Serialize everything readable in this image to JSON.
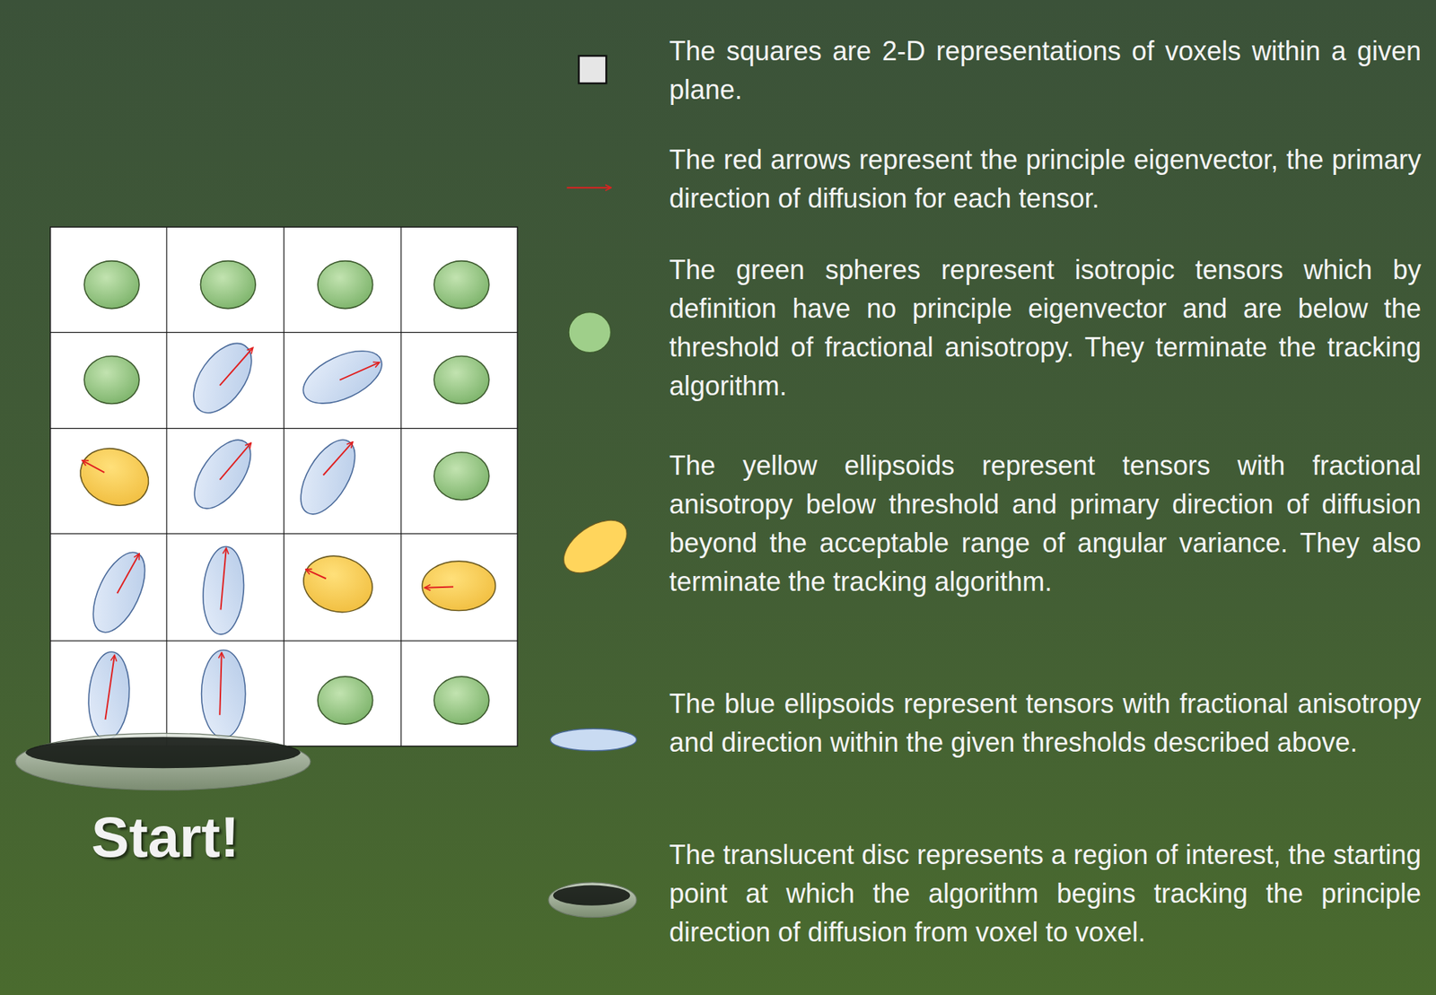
{
  "diagram": {
    "labels": [
      "Start!"
    ],
    "legend": [
      {
        "text": "The squares are 2-D representations of voxels within a given plane.",
        "color": "#e6e6e6"
      },
      {
        "text": "The red arrows represent the principle eigenvector, the primary direction of diffusion for each tensor."
      },
      {
        "text": "The green spheres represent isotropic tensors which by definition have no principle eigenvector and are below the threshold of fractional anisotropy. They terminate the tracking algorithm.",
        "color": "#9fcf8a"
      },
      {
        "text": "The yellow ellipsoids represent tensors with fractional anisotropy below threshold and primary direction of diffusion beyond the acceptable range of angular variance. They also terminate the tracking algorithm.",
        "color": "#ffd55c"
      },
      {
        "text": "The blue ellipsoids represent tensors with fractional anisotropy and direction within the given thresholds described above.",
        "color": "#c9dbf2"
      },
      {
        "text": "The translucent disc represents a region of interest, the starting point at which the algorithm begins tracking the principle direction of diffusion from voxel to voxel."
      }
    ]
  }
}
